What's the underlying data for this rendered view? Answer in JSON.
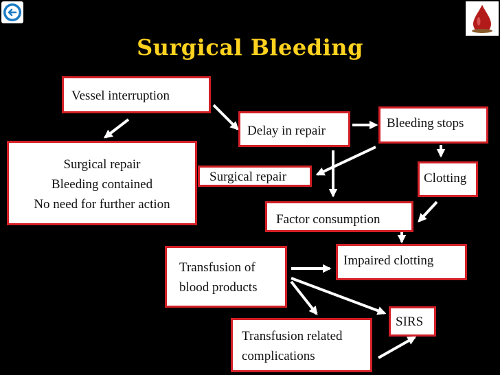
{
  "title": "Surgical Bleeding",
  "nodes": {
    "vessel_interruption": [
      "Vessel interruption"
    ],
    "delay_in_repair": [
      "Delay in repair"
    ],
    "bleeding_stops": [
      "Bleeding stops"
    ],
    "surgical_repair_contained": [
      "Surgical repair",
      "Bleeding contained",
      "No need for further action"
    ],
    "surgical_repair": [
      "Surgical repair"
    ],
    "clotting": [
      "Clotting"
    ],
    "factor_consumption": [
      "Factor consumption"
    ],
    "transfusion_blood_products": [
      "Transfusion of",
      "blood products"
    ],
    "impaired_clotting": [
      "Impaired clotting"
    ],
    "sirs": [
      "SIRS"
    ],
    "transfusion_related_complications": [
      "Transfusion related",
      "complications"
    ]
  },
  "colors": {
    "title": "#ffd21f",
    "box_border": "#d31f26",
    "arrow": "#ffffff",
    "background": "#000000"
  },
  "icons": {
    "top_left": "e-logo-icon",
    "top_right": "blood-drop-icon"
  }
}
